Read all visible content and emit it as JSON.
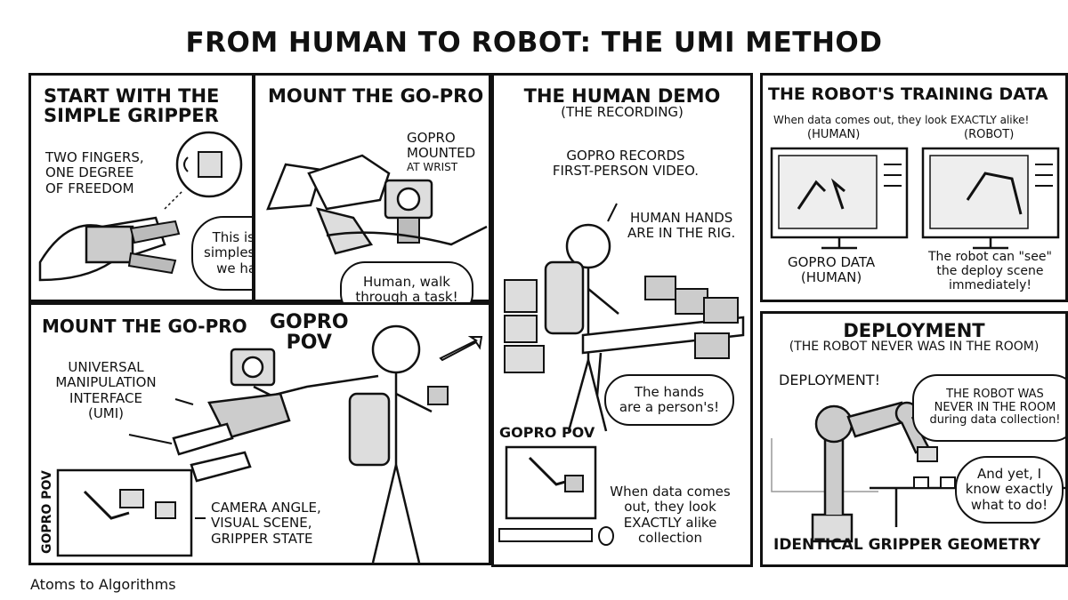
{
  "title": "FROM HUMAN TO ROBOT: THE UMI METHOD",
  "credit": "Atoms to Algorithms",
  "panel1": {
    "caption_line1": "START WITH THE",
    "caption_line2": "SIMPLE GRIPPER",
    "annotation_line1": "TWO FINGERS,",
    "annotation_line2": "ONE DEGREE",
    "annotation_line3": "OF FREEDOM",
    "bubble_line1": "This is the",
    "bubble_line2": "simplest one",
    "bubble_line3": "we have."
  },
  "panel2": {
    "caption": "MOUNT THE GO-PRO",
    "annotation_line1": "GOPRO",
    "annotation_line2": "MOUNTED",
    "annotation_line3": "AT WRIST",
    "bubble_line1": "Human, walk",
    "bubble_line2": "through a task!"
  },
  "panel3": {
    "caption_line1": "THE HUMAN DEMO",
    "caption_line2": "(THE RECORDING)",
    "annotation1_line1": "GOPRO RECORDS",
    "annotation1_line2": "FIRST-PERSON VIDEO.",
    "annotation2_line1": "HUMAN HANDS",
    "annotation2_line2": "ARE IN THE RIG.",
    "bubble_line1": "The hands",
    "bubble_line2": "are a person's!",
    "pov_label": "GOPRO POV",
    "note_line1": "When data comes",
    "note_line2": "out, they look",
    "note_line3": "EXACTLY alike",
    "note_line4": "collection"
  },
  "panel4": {
    "caption": "THE ROBOT'S TRAINING DATA",
    "subtitle": "When data comes out, they look EXACTLY alike!",
    "label_human": "(HUMAN)",
    "label_robot": "(ROBOT)",
    "gopro_line1": "GOPRO DATA",
    "gopro_line2": "(HUMAN)",
    "note_line1": "The robot can \"see\"",
    "note_line2": "the deploy scene",
    "note_line3": "immediately!"
  },
  "panel5": {
    "caption": "MOUNT THE GO-PRO",
    "pov_line1": "GOPRO",
    "pov_line2": "POV",
    "annotation_line1": "UNIVERSAL",
    "annotation_line2": "MANIPULATION",
    "annotation_line3": "INTERFACE",
    "annotation_line4": "(UMI)",
    "side_label": "GOPRO POV",
    "note_line1": "CAMERA ANGLE,",
    "note_line2": "VISUAL SCENE,",
    "note_line3": "GRIPPER STATE"
  },
  "panel6": {
    "caption_line1": "DEPLOYMENT",
    "caption_line2": "(THE ROBOT NEVER WAS IN THE ROOM)",
    "label": "DEPLOYMENT!",
    "bubble1_line1": "THE ROBOT WAS",
    "bubble1_line2": "NEVER IN THE ROOM",
    "bubble1_line3": "during data collection!",
    "bubble2_line1": "And yet, I",
    "bubble2_line2": "know exactly",
    "bubble2_line3": "what to do!",
    "footer": "IDENTICAL GRIPPER GEOMETRY"
  }
}
